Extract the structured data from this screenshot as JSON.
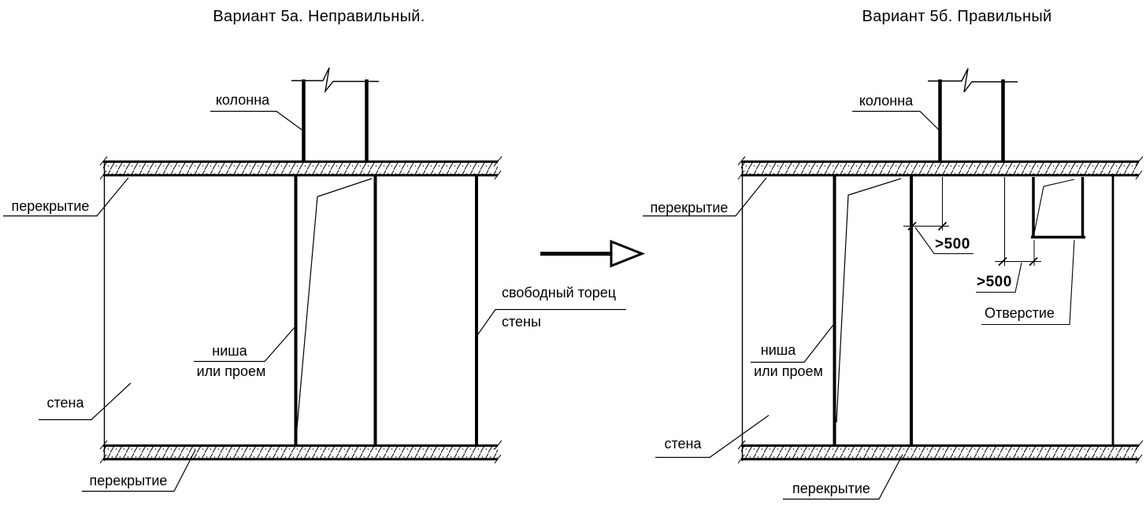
{
  "colors": {
    "line": "#000000",
    "background": "#ffffff"
  },
  "variant_a": {
    "title": "Вариант 5а. Неправильный.",
    "labels": {
      "column": "колонна",
      "slab_top": "перекрытие",
      "niche_line1": "ниша",
      "niche_line2": "или проем",
      "wall": "стена",
      "free_edge_line1": "свободный торец",
      "free_edge_line2": "стены",
      "slab_bottom": "перекрытие"
    }
  },
  "variant_b": {
    "title": "Вариант 5б. Правильный",
    "labels": {
      "column": "колонна",
      "slab_top": "перекрытие",
      "niche_line1": "ниша",
      "niche_line2": "или проем",
      "wall": "стена",
      "slab_bottom": "перекрытие",
      "opening": "Отверстие",
      "dim_column_to_niche": ">500",
      "dim_column_to_opening": ">500"
    }
  }
}
